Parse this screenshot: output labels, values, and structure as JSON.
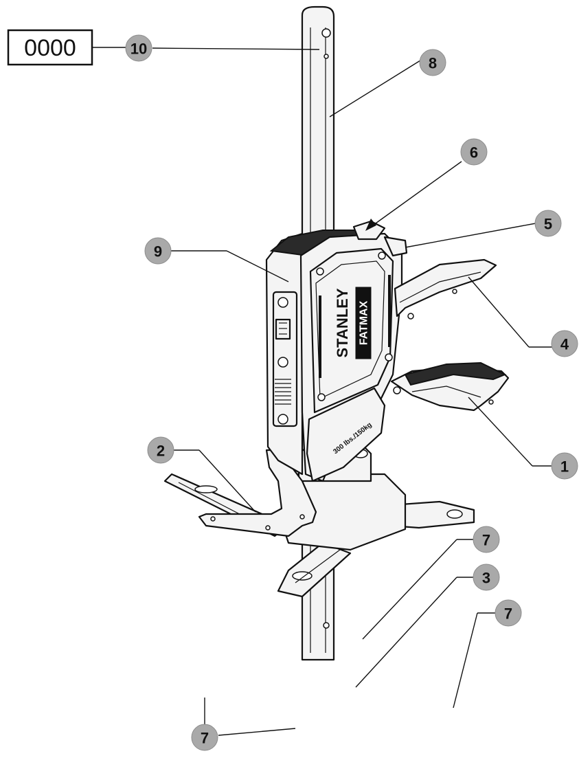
{
  "reference_code": "0000",
  "brand": {
    "line1": "STANLEY",
    "line2": "FATMAX"
  },
  "capacity_label": "300 lbs./150kg",
  "callouts": [
    {
      "id": "c10",
      "label": "10"
    },
    {
      "id": "c8",
      "label": "8"
    },
    {
      "id": "c6",
      "label": "6"
    },
    {
      "id": "c5",
      "label": "5"
    },
    {
      "id": "c9",
      "label": "9"
    },
    {
      "id": "c4",
      "label": "4"
    },
    {
      "id": "c1",
      "label": "1"
    },
    {
      "id": "c2",
      "label": "2"
    },
    {
      "id": "c7a",
      "label": "7"
    },
    {
      "id": "c3",
      "label": "3"
    },
    {
      "id": "c7b",
      "label": "7"
    },
    {
      "id": "c7c",
      "label": "7"
    }
  ],
  "colors": {
    "callout_fill": "#a9a9a9",
    "line": "#111111",
    "background": "#ffffff"
  }
}
